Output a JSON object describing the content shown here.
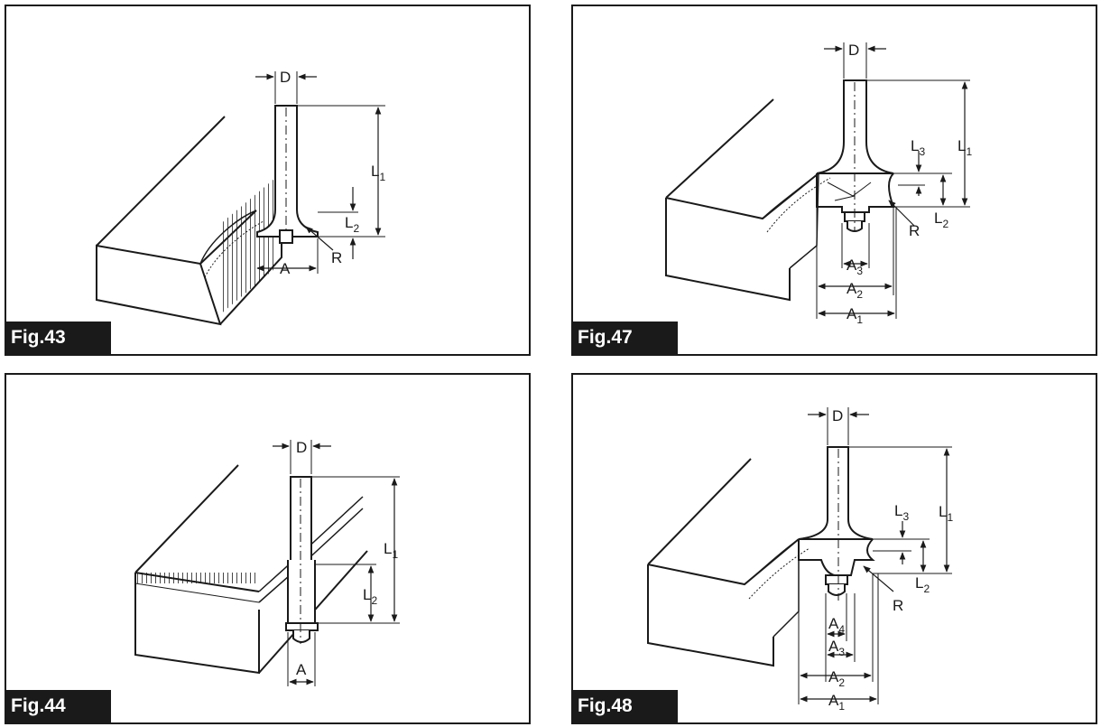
{
  "figures": [
    {
      "id": "fig43",
      "label": "Fig.43",
      "dims": {
        "D": "D",
        "L1": "L",
        "L1_sub": "1",
        "L2": "L",
        "L2_sub": "2",
        "R": "R",
        "A": "A"
      }
    },
    {
      "id": "fig47",
      "label": "Fig.47",
      "dims": {
        "D": "D",
        "L1": "L",
        "L1_sub": "1",
        "L2": "L",
        "L2_sub": "2",
        "L3": "L",
        "L3_sub": "3",
        "R": "R",
        "A1": "A",
        "A1_sub": "1",
        "A2": "A",
        "A2_sub": "2",
        "A3": "A",
        "A3_sub": "3"
      }
    },
    {
      "id": "fig44",
      "label": "Fig.44",
      "dims": {
        "D": "D",
        "L1": "L",
        "L1_sub": "1",
        "L2": "L",
        "L2_sub": "2",
        "A": "A"
      }
    },
    {
      "id": "fig48",
      "label": "Fig.48",
      "dims": {
        "D": "D",
        "L1": "L",
        "L1_sub": "1",
        "L2": "L",
        "L2_sub": "2",
        "L3": "L",
        "L3_sub": "3",
        "R": "R",
        "A1": "A",
        "A1_sub": "1",
        "A2": "A",
        "A2_sub": "2",
        "A3": "A",
        "A3_sub": "3",
        "A4": "A",
        "A4_sub": "4"
      }
    }
  ],
  "colors": {
    "line": "#1a1a1a",
    "label_bg": "#1a1a1a",
    "label_text": "#ffffff"
  }
}
